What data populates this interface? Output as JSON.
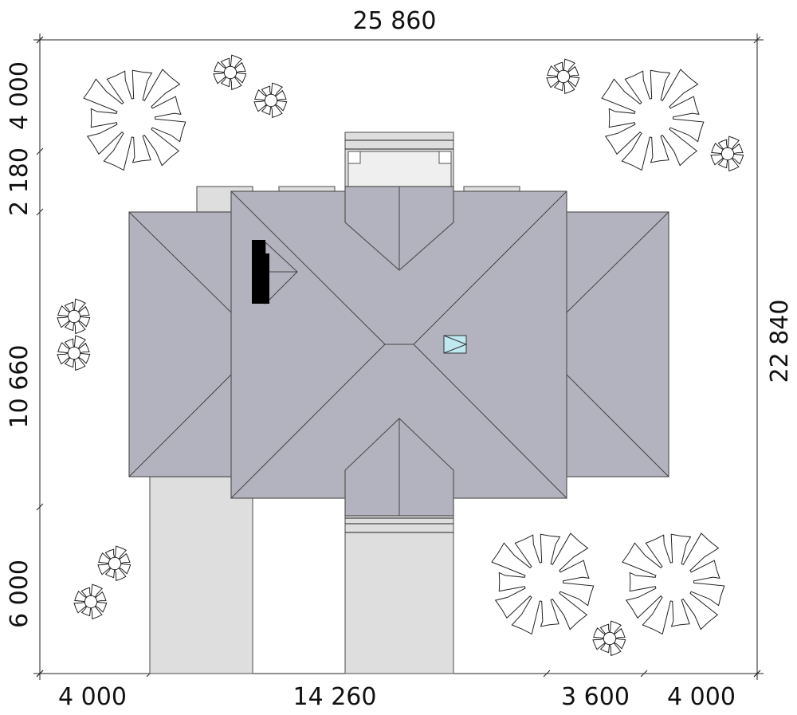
{
  "dimensions": {
    "top_total": "25 860",
    "right_total": "22 840",
    "left": [
      "4 000",
      "2 180",
      "10 660",
      "6 000"
    ],
    "bottom": [
      "4 000",
      "14 260",
      "3 600",
      "4 000"
    ]
  },
  "colors": {
    "roof": "#b3b3bf",
    "paving": "#dedede",
    "skylight": "#bfe8f0",
    "chimney": "#000000"
  }
}
